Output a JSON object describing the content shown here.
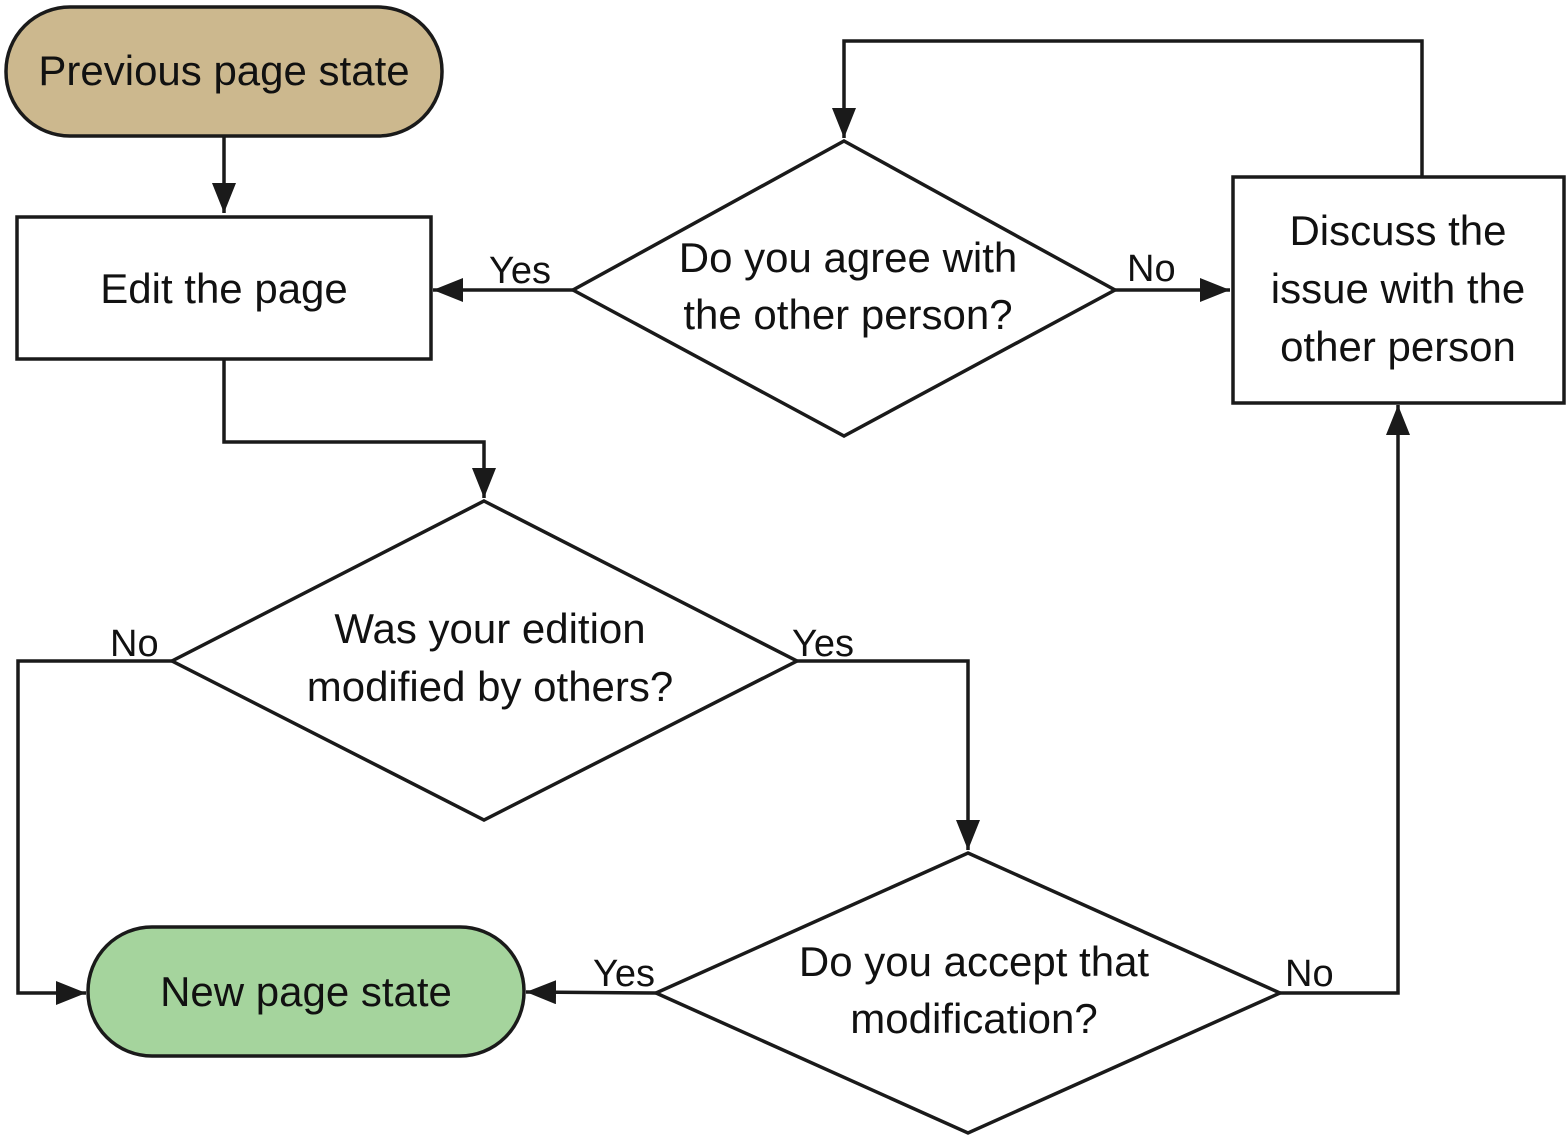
{
  "colors": {
    "start_fill": "#ccb88e",
    "end_fill": "#a5d49d",
    "box_fill": "#ffffff",
    "stroke": "#1a1a1a"
  },
  "nodes": {
    "previous_state": {
      "label": "Previous page state"
    },
    "edit_page": {
      "label": "Edit the page"
    },
    "agree": {
      "line1": "Do you agree with",
      "line2": "the other person?"
    },
    "discuss": {
      "line1": "Discuss the",
      "line2": "issue with the",
      "line3": "other person"
    },
    "modified": {
      "line1": "Was your edition",
      "line2": "modified by others?"
    },
    "accept": {
      "line1": "Do you accept that",
      "line2": "modification?"
    },
    "new_state": {
      "label": "New page state"
    }
  },
  "edges": {
    "agree_yes": "Yes",
    "agree_no": "No",
    "modified_no": "No",
    "modified_yes": "Yes",
    "accept_yes": "Yes",
    "accept_no": "No"
  }
}
